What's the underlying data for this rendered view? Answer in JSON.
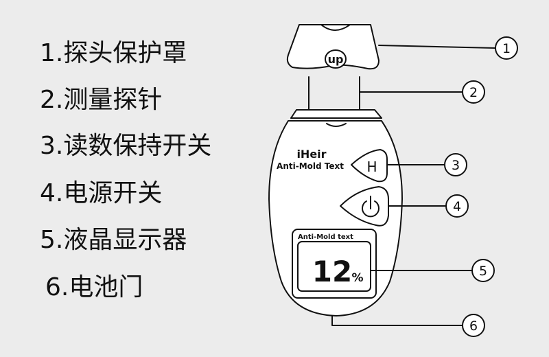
{
  "legend": [
    {
      "number": "1",
      "label": "1.探头保护罩"
    },
    {
      "number": "2",
      "label": "2.测量探针"
    },
    {
      "number": "3",
      "label": "3.读数保持开关"
    },
    {
      "number": "4",
      "label": "4.电源开关"
    },
    {
      "number": "5",
      "label": "5.液晶显示器"
    },
    {
      "number": "6",
      "label": "6.电池门"
    }
  ],
  "device": {
    "cap_label": "up",
    "brand": "iHeir",
    "model": "Anti-Mold Text",
    "hold_button_label": "H",
    "power_icon": "power-icon",
    "screen_title": "Anti-Mold text",
    "reading_value": "12",
    "reading_unit": "%"
  },
  "callouts": [
    "1",
    "2",
    "3",
    "4",
    "5",
    "6"
  ],
  "colors": {
    "background": "#ececec",
    "stroke": "#111111",
    "device_fill": "#ffffff"
  }
}
